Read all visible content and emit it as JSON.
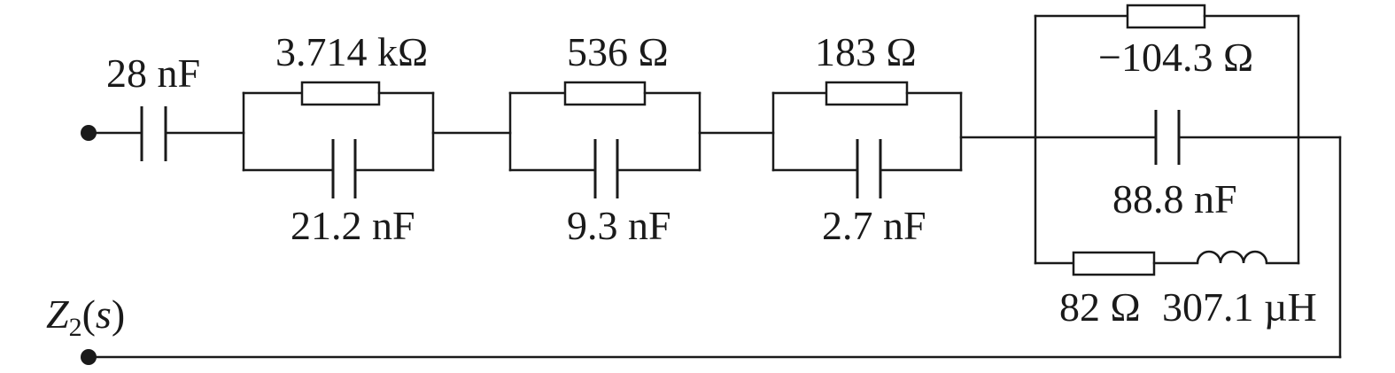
{
  "labels": {
    "c_series": "28 nF",
    "r1": "3.714 kΩ",
    "c1": "21.2 nF",
    "r2": "536 Ω",
    "c2": "9.3 nF",
    "r3": "183 Ω",
    "c3": "2.7 nF",
    "r4_top": "−104.3 Ω",
    "c4": "88.8 nF",
    "r5_bottom": "82 Ω",
    "l_bottom": "307.1 µH"
  },
  "port": {
    "z_letter": "Z",
    "z_sub": "2",
    "z_arg": "(s)"
  },
  "colors": {
    "line": "#1a1a1a",
    "background": "#ffffff"
  }
}
